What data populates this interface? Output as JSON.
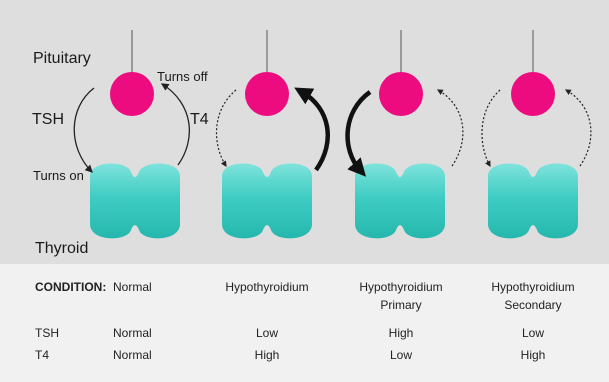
{
  "diagram": {
    "labels": {
      "pituitary": "Pituitary",
      "thyroid": "Thyroid",
      "tsh": "TSH",
      "t4": "T4",
      "turns_off": "Turns off",
      "turns_on": "Turns on"
    },
    "colors": {
      "pituitary": "#ec0c7f",
      "thyroid": "#3dc9c0",
      "thyroid_light": "#8fe8e2",
      "background": "#dedede"
    }
  },
  "table": {
    "condition_label": "CONDITION:",
    "conditions": [
      {
        "line1": "Normal",
        "line2": ""
      },
      {
        "line1": "Hypothyroidium",
        "line2": ""
      },
      {
        "line1": "Hypothyroidium",
        "line2": "Primary"
      },
      {
        "line1": "Hypothyroidium",
        "line2": "Secondary"
      }
    ],
    "rows": [
      {
        "label": "TSH",
        "values": [
          "Normal",
          "Low",
          "High",
          "Low"
        ]
      },
      {
        "label": "T4",
        "values": [
          "Normal",
          "High",
          "Low",
          "High"
        ]
      }
    ]
  }
}
